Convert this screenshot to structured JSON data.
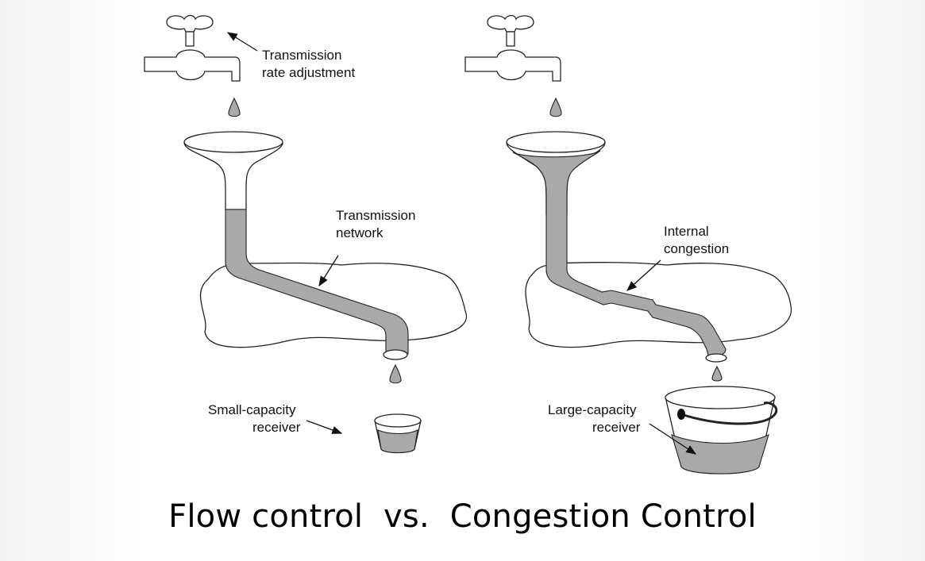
{
  "labels": {
    "rate_adjustment_l1": "Transmission",
    "rate_adjustment_l2": "rate adjustment",
    "network_l1": "Transmission",
    "network_l2": "network",
    "small_receiver_l1": "Small-capacity",
    "small_receiver_l2": "receiver",
    "internal_l1": "Internal",
    "internal_l2": "congestion",
    "large_receiver_l1": "Large-capacity",
    "large_receiver_l2": "receiver"
  },
  "caption": "Flow control  vs.  Congestion Control",
  "colors": {
    "water": "#a9a9a9",
    "line": "#222222"
  }
}
